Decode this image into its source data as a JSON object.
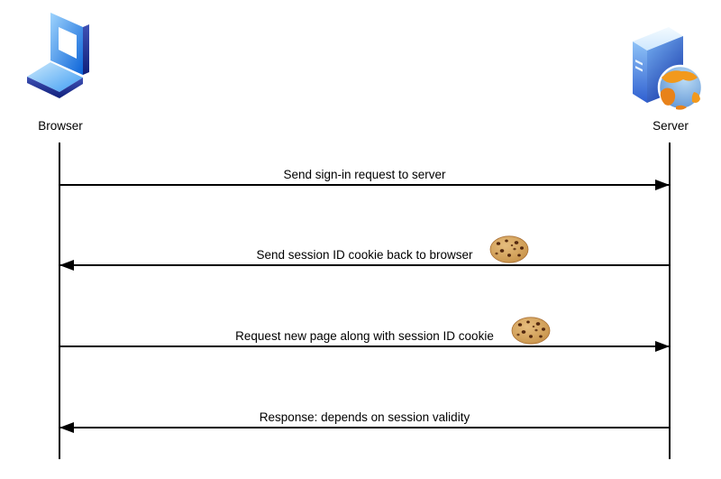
{
  "diagram": {
    "type": "sequence-diagram",
    "actors": [
      {
        "label": "Browser",
        "icon": "laptop-icon"
      },
      {
        "label": "Server",
        "icon": "server-globe-icon"
      }
    ],
    "messages": [
      {
        "label": "Send sign-in request to server",
        "from": "Browser",
        "to": "Server",
        "direction": "left-to-right",
        "has_cookie_icon": false
      },
      {
        "label": "Send session ID cookie back to browser",
        "from": "Server",
        "to": "Browser",
        "direction": "right-to-left",
        "has_cookie_icon": true
      },
      {
        "label": "Request new page along with session ID cookie",
        "from": "Browser",
        "to": "Server",
        "direction": "left-to-right",
        "has_cookie_icon": true
      },
      {
        "label": "Response: depends on session validity",
        "from": "Server",
        "to": "Browser",
        "direction": "right-to-left",
        "has_cookie_icon": false
      }
    ],
    "colors": {
      "line": "#000000",
      "background": "#ffffff",
      "laptop_blue": "#0b63d8",
      "base_blue": "#4aa4f4",
      "edge_navy": "#101f7a",
      "server_blue": "#1c3fae",
      "globe_sea": "#4c86cf",
      "globe_land_orange": "#f2991c",
      "cookie_tan": "#cd9a52",
      "cookie_chip": "#53280f"
    }
  }
}
